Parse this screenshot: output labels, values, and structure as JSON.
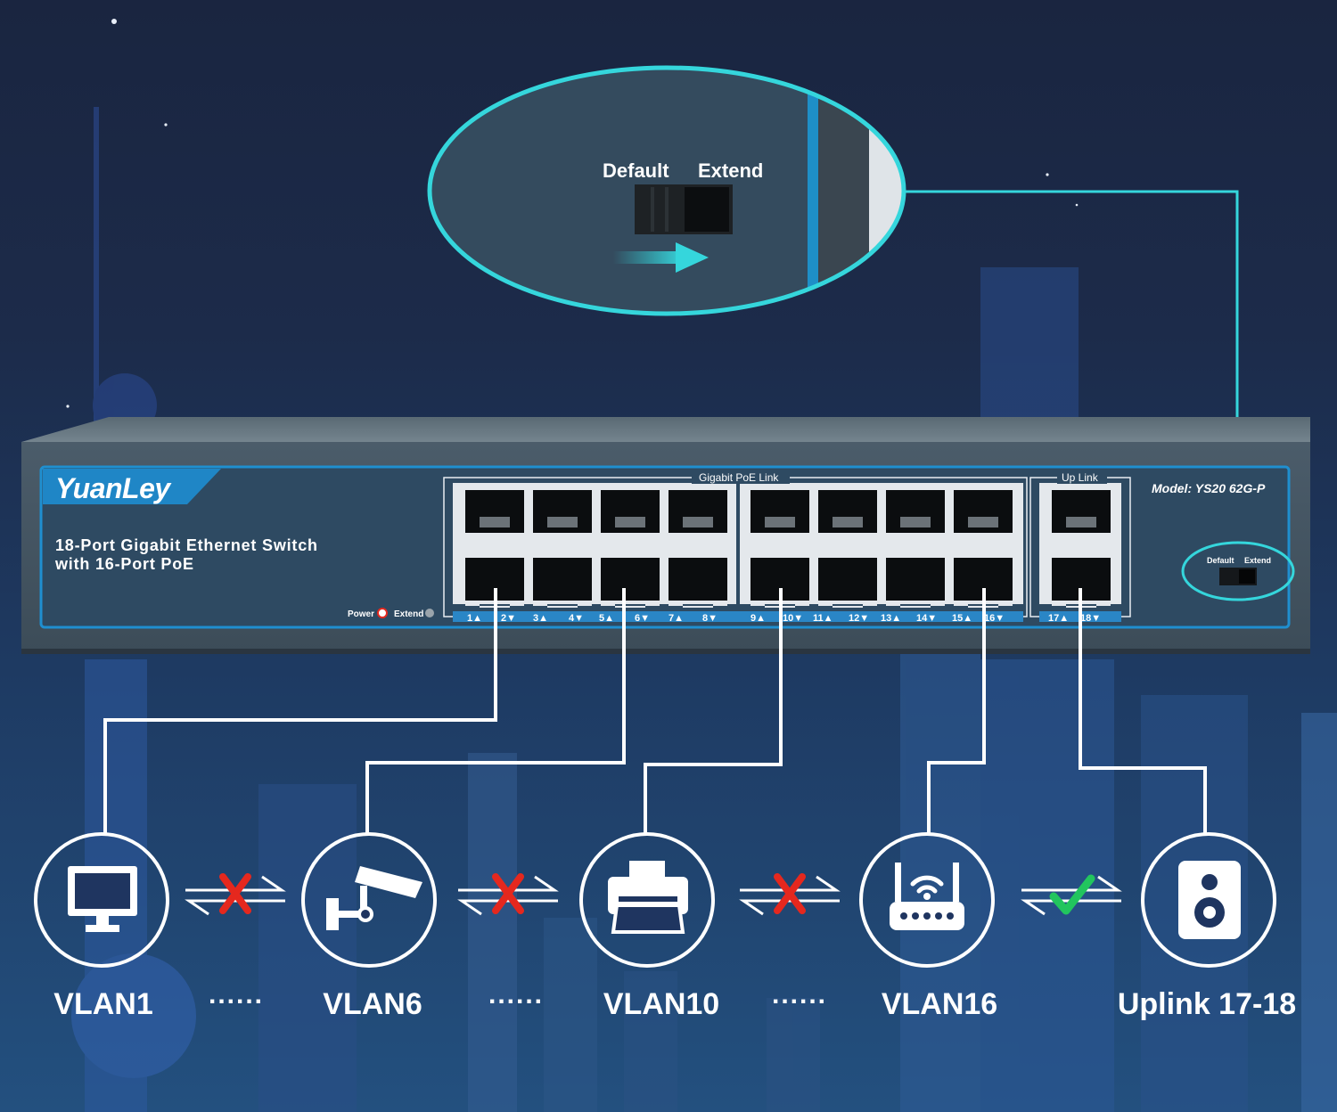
{
  "brand": "YuanLey",
  "product_lines": [
    "18-Port Gigabit Ethernet Switch",
    "with 16-Port PoE"
  ],
  "model": "Model: YS20 62G-P",
  "groups": {
    "poe": "Gigabit PoE Link",
    "uplink": "Up Link"
  },
  "switch_labels": {
    "default": "Default",
    "extend": "Extend"
  },
  "front_indicators": {
    "power": "Power",
    "extend": "Extend"
  },
  "port_labels": [
    "1▲",
    "2▼",
    "3▲",
    "4▼",
    "5▲",
    "6▼",
    "7▲",
    "8▼",
    "9▲",
    "10▼",
    "11▲",
    "12▼",
    "13▲",
    "14▼",
    "15▲",
    "16▼",
    "17▲",
    "18▼"
  ],
  "devices": [
    {
      "label": "VLAN1",
      "icon": "monitor-icon"
    },
    {
      "label": "VLAN6",
      "icon": "cctv-camera-icon"
    },
    {
      "label": "VLAN10",
      "icon": "printer-icon"
    },
    {
      "label": "VLAN16",
      "icon": "wifi-router-icon"
    },
    {
      "label": "Uplink 17-18",
      "icon": "speaker-icon"
    }
  ],
  "separators": [
    "......",
    "......",
    "......"
  ],
  "connections": [
    {
      "status": "blocked",
      "icon": "red-x-icon"
    },
    {
      "status": "blocked",
      "icon": "red-x-icon"
    },
    {
      "status": "blocked",
      "icon": "red-x-icon"
    },
    {
      "status": "allowed",
      "icon": "green-check-icon"
    }
  ],
  "colors": {
    "accent": "#35d6dc",
    "panel": "#2e4a62",
    "blocked": "#e5281e",
    "allowed": "#22c55e",
    "port_strip": "#2a86c6"
  }
}
